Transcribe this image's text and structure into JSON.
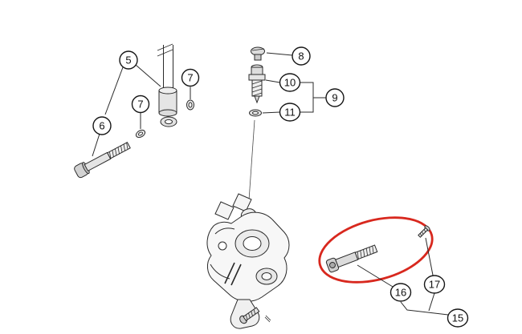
{
  "diagram": {
    "type": "exploded-parts-diagram",
    "background": "#ffffff",
    "line_color": "#2a2a2a",
    "highlight_color": "#d8281e",
    "callouts": {
      "c5": {
        "label": "5"
      },
      "c6": {
        "label": "6"
      },
      "c7a": {
        "label": "7"
      },
      "c7b": {
        "label": "7"
      },
      "c8": {
        "label": "8"
      },
      "c9": {
        "label": "9"
      },
      "c10": {
        "label": "10"
      },
      "c11": {
        "label": "11"
      },
      "c15": {
        "label": "15"
      },
      "c16": {
        "label": "16"
      },
      "c17": {
        "label": "17"
      }
    }
  }
}
